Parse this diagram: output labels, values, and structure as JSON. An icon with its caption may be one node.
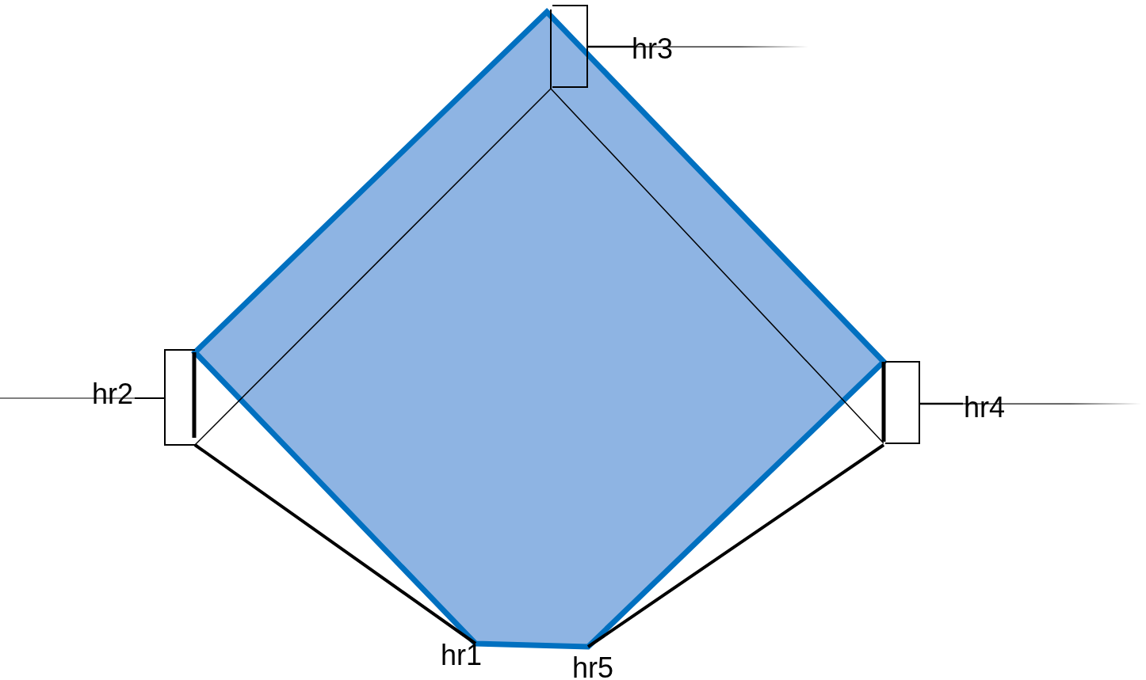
{
  "diagram": {
    "labels": [
      "hr3",
      "hr2",
      "hr4",
      "hr1",
      "hr5"
    ]
  }
}
